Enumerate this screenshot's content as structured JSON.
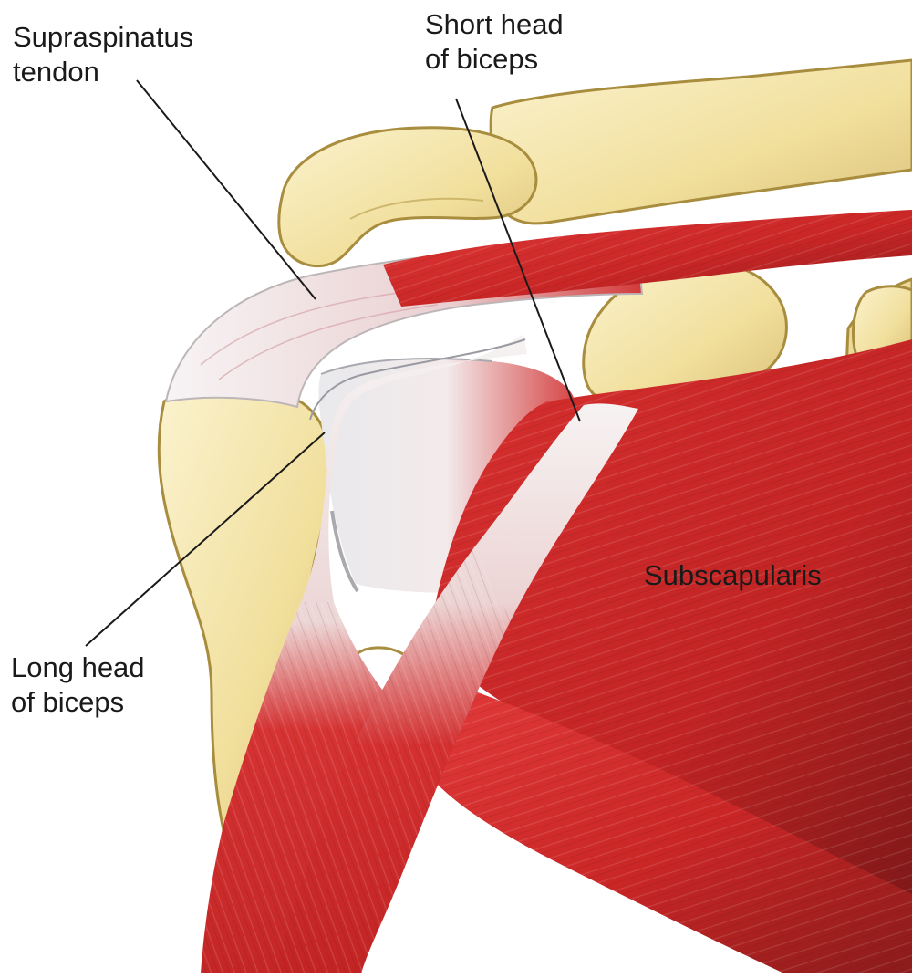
{
  "labels": {
    "supraspinatus": {
      "line1": "Supraspinatus",
      "line2": "tendon"
    },
    "short_head": {
      "line1": "Short head",
      "line2": "of biceps"
    },
    "subscapularis": {
      "line1": "Subscapularis"
    },
    "long_head": {
      "line1": "Long head",
      "line2": "of biceps"
    }
  },
  "colors": {
    "bone": "#f3e3a6",
    "bone_edge": "#b89c44",
    "muscle": "#cf2a2a",
    "muscle_dark": "#8f1c1c",
    "tendon": "#f2eff0",
    "leader_line": "#1a1a1a"
  }
}
